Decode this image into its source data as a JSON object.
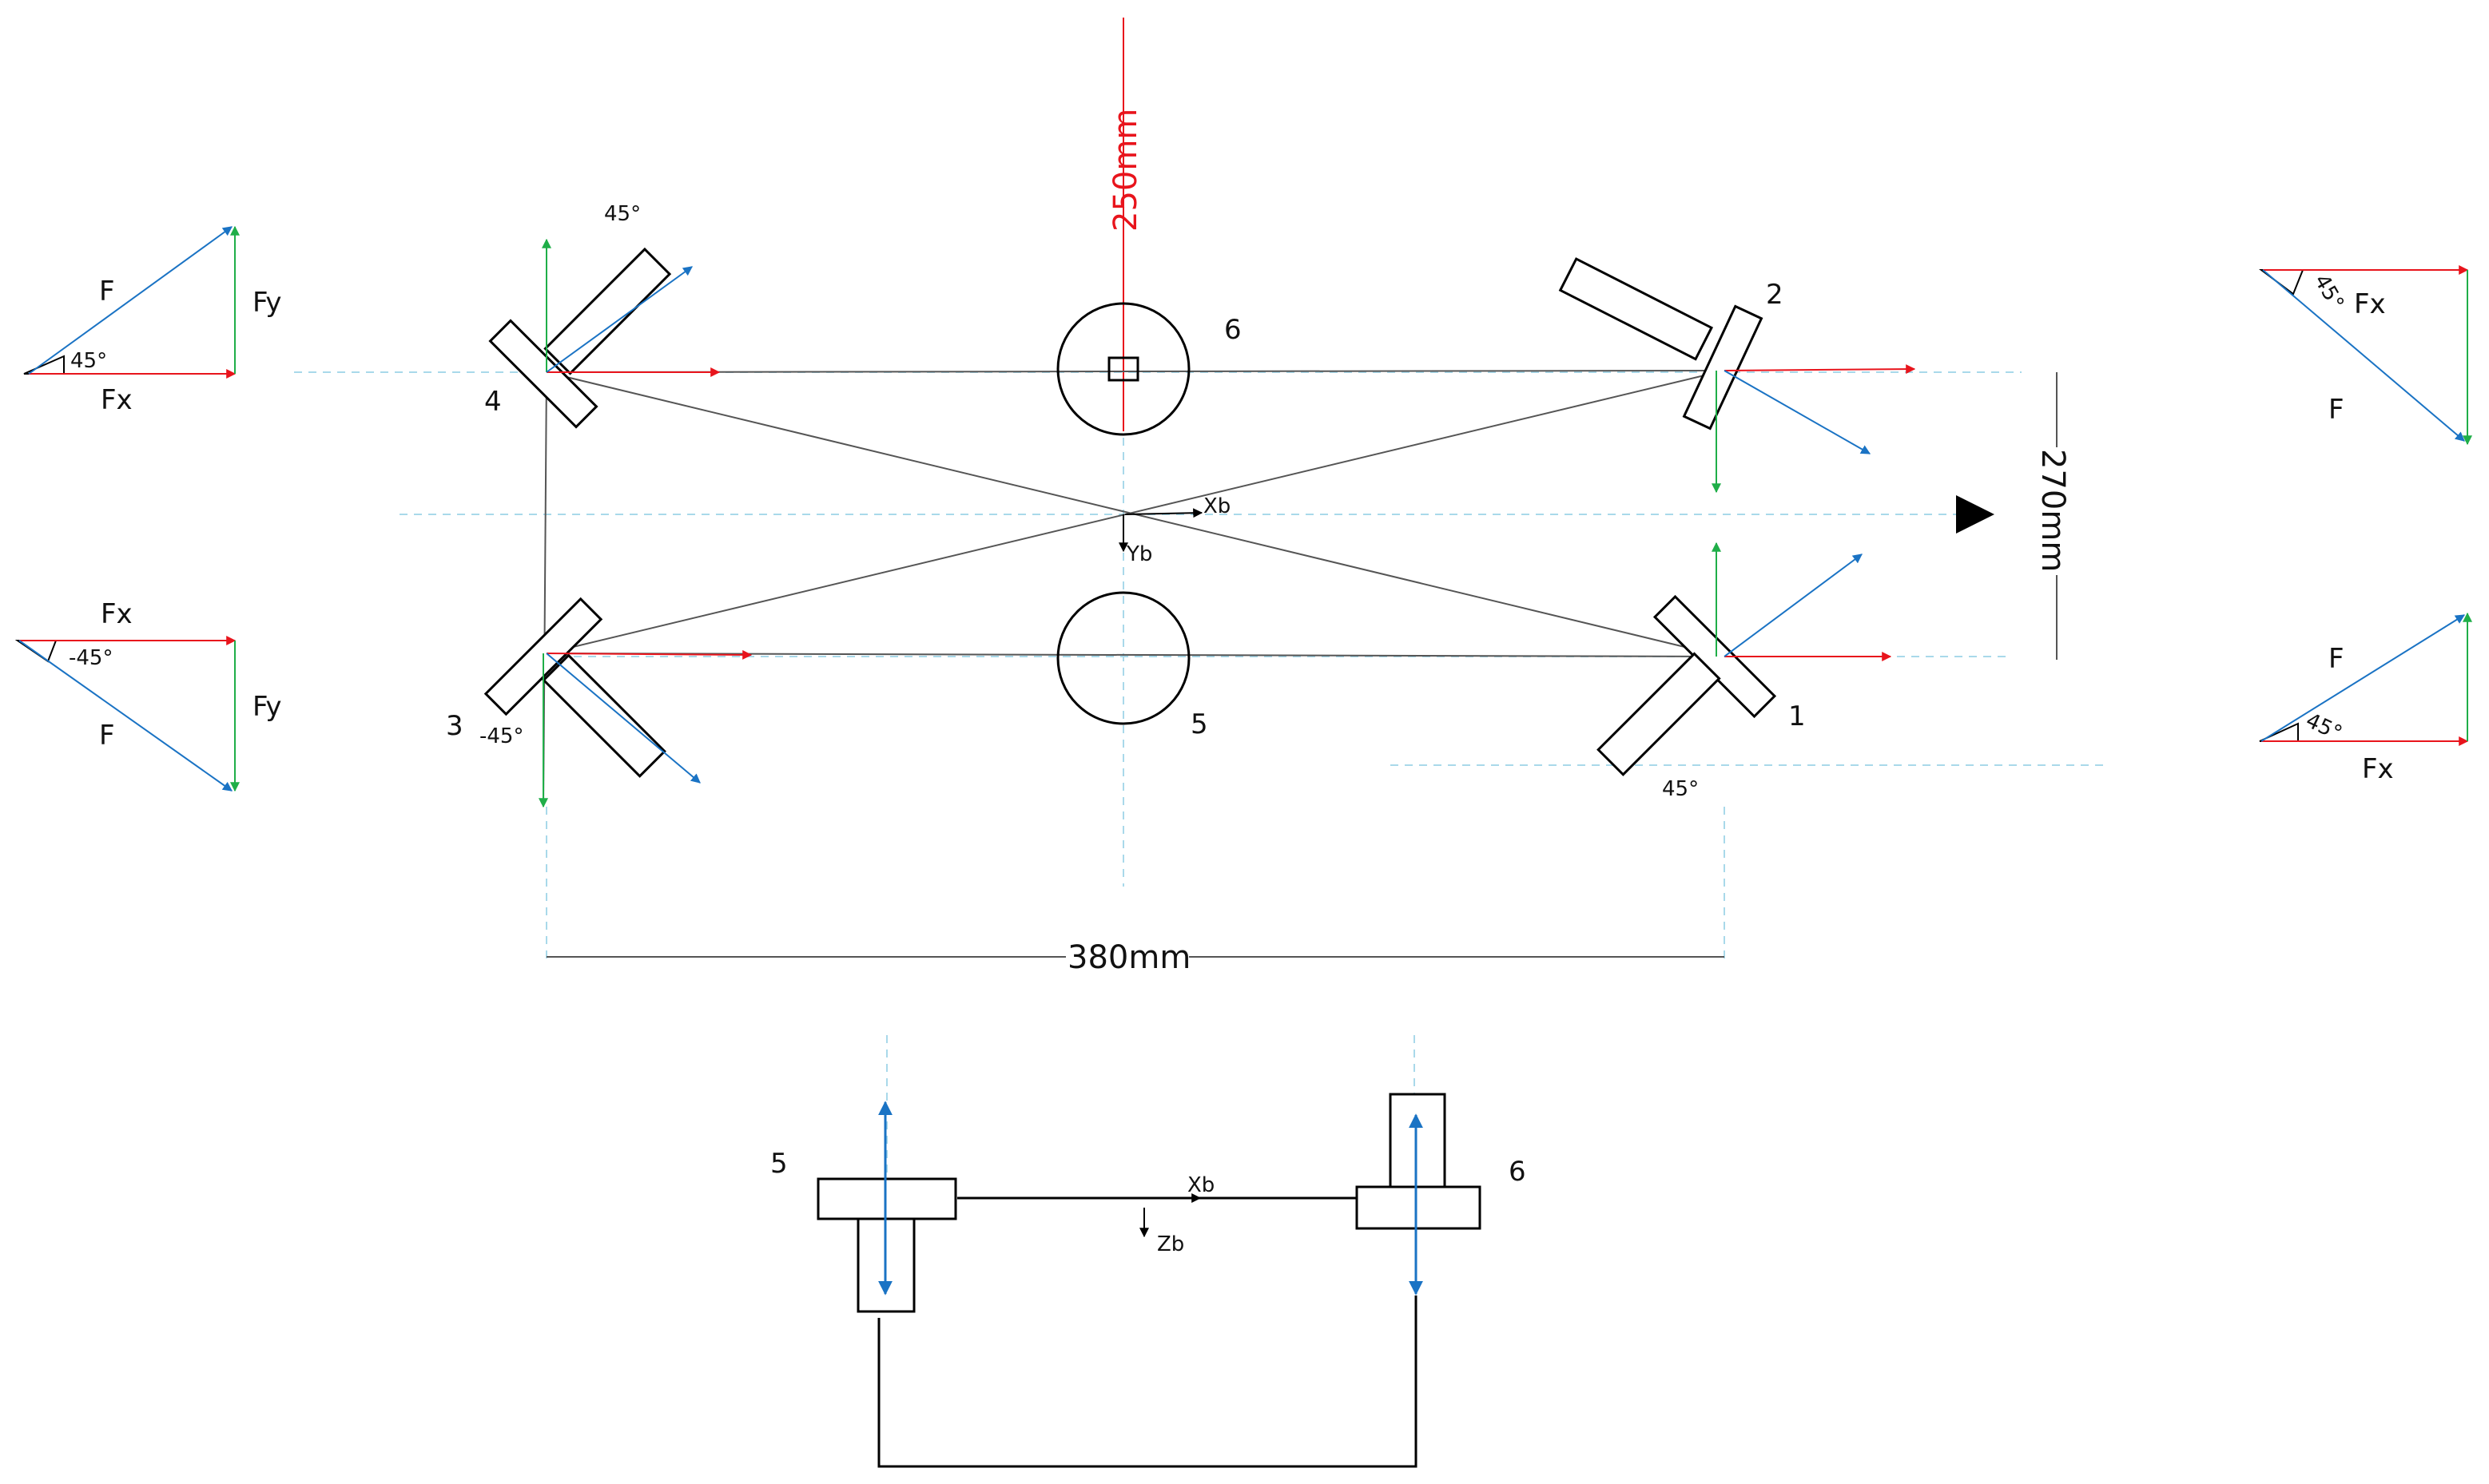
{
  "colors": {
    "force_x": "#e8141c",
    "force_y": "#1fae48",
    "force_result": "#1a73c4",
    "guide": "#a9d9ea",
    "red_axis": "#e8141c",
    "outline": "#000000"
  },
  "labels": {
    "thrusters": {
      "t1": "1",
      "t2": "2",
      "t3": "3",
      "t4": "4",
      "t5": "5",
      "t6": "6"
    },
    "angles": {
      "t1": "45°",
      "t2": "",
      "t3": "-45°",
      "t4": "45°"
    },
    "body_axes": {
      "xb": "Xb",
      "yb": "Yb",
      "zb": "Zb"
    },
    "dimensions": {
      "length": "250mm",
      "width": "270mm",
      "spacing": "380mm"
    },
    "side_view": {
      "t5": "5",
      "t6": "6",
      "xb": "Xb",
      "zb": "Zb"
    }
  },
  "force_triangles": [
    {
      "id": "top-left",
      "f": "F",
      "fx": "Fx",
      "fy": "Fy",
      "angle": "45°"
    },
    {
      "id": "bottom-left",
      "f": "F",
      "fx": "Fx",
      "fy": "Fy",
      "angle": "-45°"
    },
    {
      "id": "top-right",
      "f": "F",
      "fx": "Fx",
      "angle": "45°"
    },
    {
      "id": "bottom-right",
      "f": "F",
      "fx": "Fx",
      "angle": "45°"
    }
  ]
}
